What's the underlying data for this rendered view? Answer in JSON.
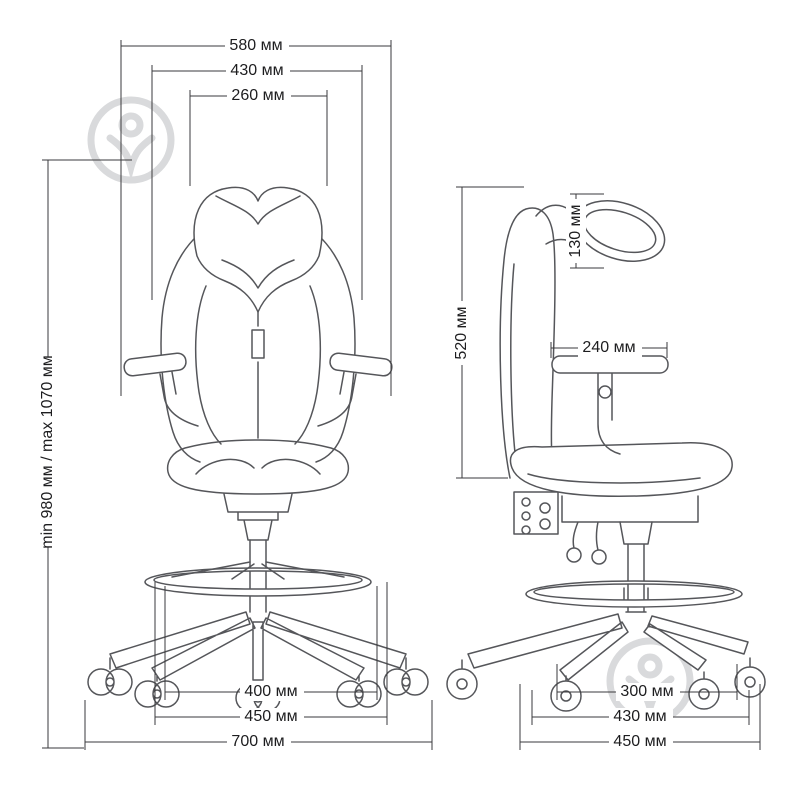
{
  "colors": {
    "line_art": "#55565a",
    "dimension_line": "#3a3a3c",
    "text": "#1d1d1f",
    "watermark": "#d9dadc",
    "background": "#ffffff"
  },
  "watermark": {
    "name": "brand-logo-watermark"
  },
  "views": {
    "front": {
      "title": "chair-front-view",
      "dims": {
        "top_outer": "580 мм",
        "top_mid": "430 мм",
        "top_inner": "260 мм",
        "height_range": "min 980 мм / max 1070 мм",
        "bottom_inner": "400 мм",
        "bottom_mid": "450 мм",
        "bottom_outer": "700 мм"
      }
    },
    "side": {
      "title": "chair-side-view",
      "dims": {
        "back_height": "520 мм",
        "headrest_height": "130 мм",
        "armrest_length": "240 мм",
        "bottom_inner": "300 мм",
        "bottom_mid": "430 мм",
        "bottom_outer": "450 мм"
      }
    }
  }
}
